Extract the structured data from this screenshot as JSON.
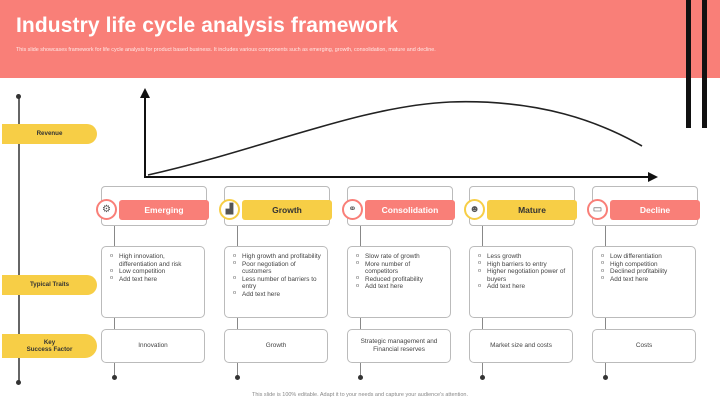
{
  "header": {
    "title": "Industry life cycle analysis framework",
    "subtitle": "This slide showcases framework for life cycle analysis for product based business. It includes various components such as emerging, growth, consolidation, mature and decline."
  },
  "row_labels": {
    "revenue": "Revenue",
    "typical_traits": "Typical Traits",
    "ksf": "Key\nSuccess Factor"
  },
  "stages": [
    {
      "name": "Emerging",
      "accent": "#f97f78",
      "icon": "gear-dollar-icon",
      "traits": [
        "High innovation, differentiation and risk",
        "Low competition",
        "Add text here"
      ],
      "ksf": "Innovation"
    },
    {
      "name": "Growth",
      "accent": "#f7ce46",
      "icon": "growth-chart-icon",
      "traits": [
        "High growth and profitability",
        "Poor negotiation of customers",
        "Less number of barriers to entry",
        "Add text here"
      ],
      "ksf": "Growth"
    },
    {
      "name": "Consolidation",
      "accent": "#f97f78",
      "icon": "network-icon",
      "traits": [
        "Slow rate of growth",
        "More number of competitors",
        "Reduced profitability",
        "Add text here"
      ],
      "ksf": "Strategic management and Financial reserves"
    },
    {
      "name": "Mature",
      "accent": "#f7ce46",
      "icon": "user-check-icon",
      "traits": [
        "Less growth",
        "High barriers to entry",
        "Higher negotiation power of buyers",
        "Add text here"
      ],
      "ksf": "Market size and costs"
    },
    {
      "name": "Decline",
      "accent": "#f97f78",
      "icon": "monitor-decline-icon",
      "traits": [
        "Low differentiation",
        "High competition",
        "Declined profitability",
        "Add text here"
      ],
      "ksf": "Costs"
    }
  ],
  "footer": "This slide is 100% editable. Adapt it to your needs and capture your audience's attention."
}
